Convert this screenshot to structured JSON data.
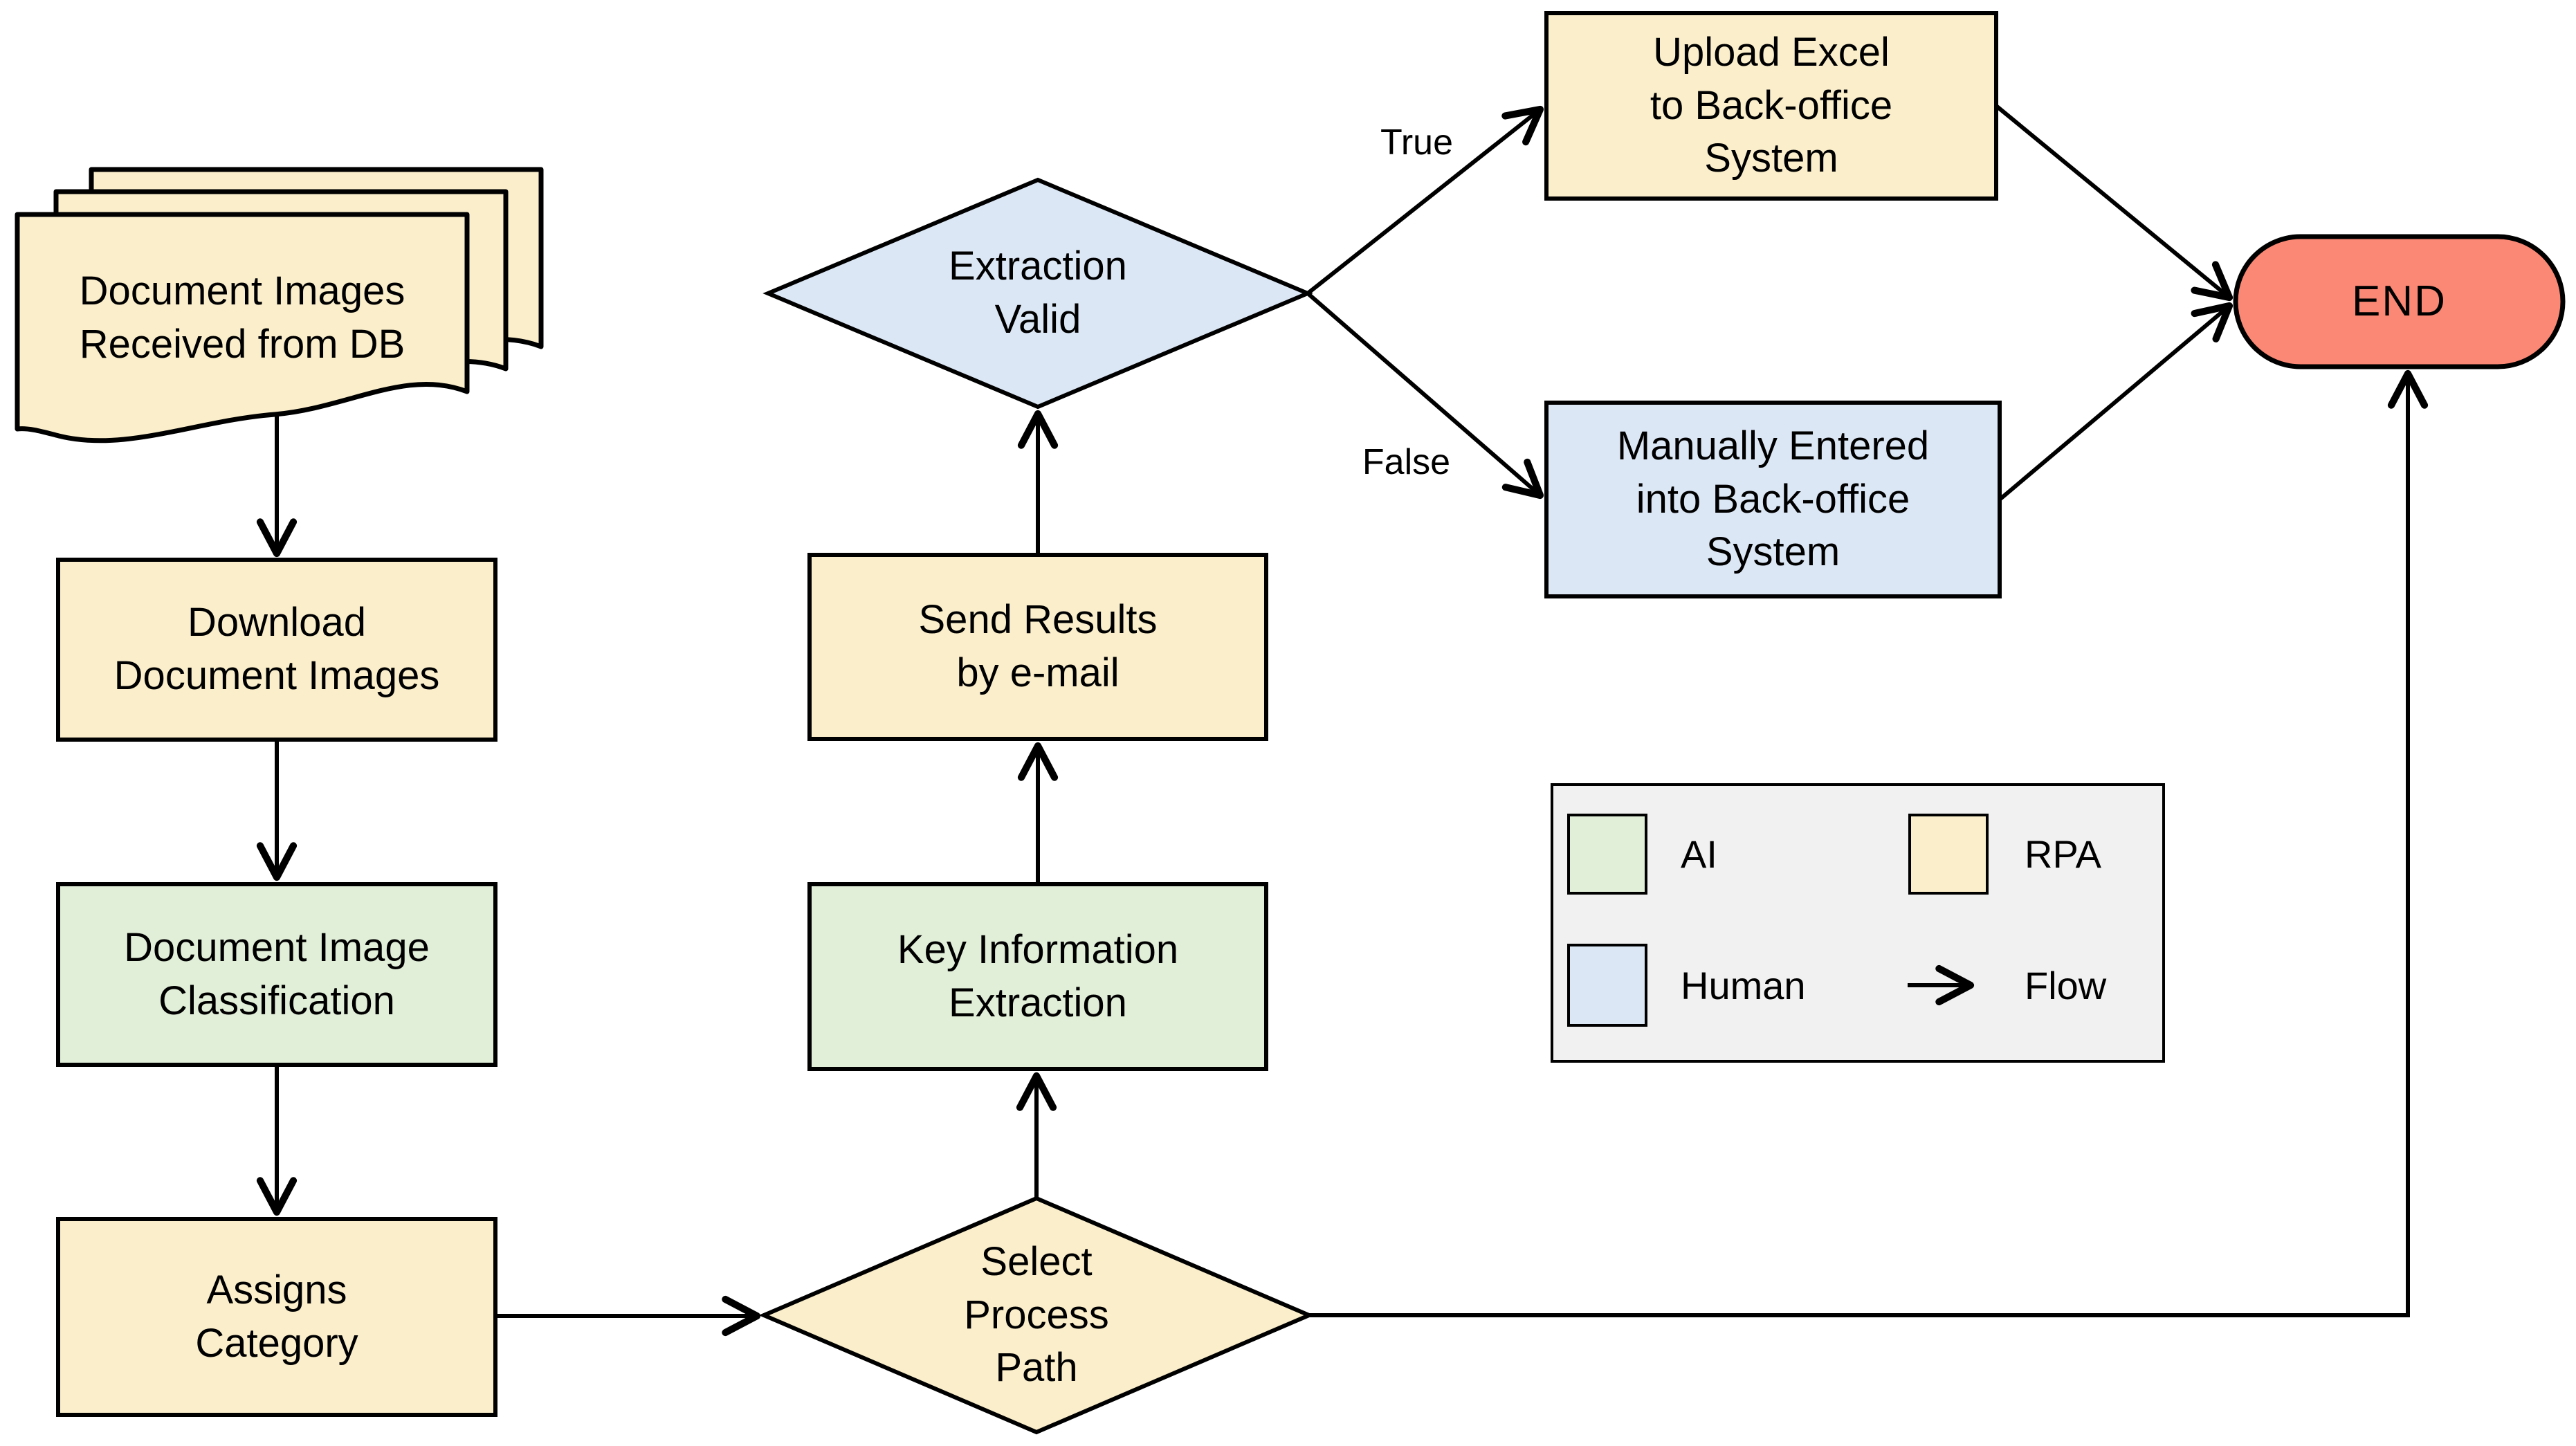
{
  "diagram": {
    "type": "flowchart",
    "background": "#FFFFFF",
    "colors": {
      "rpa_fill": "#FAEECB",
      "ai_fill": "#E1EED8",
      "human_fill": "#DCE7F5",
      "end_fill": "#FB8875",
      "legend_fill": "#F1F1F1",
      "stroke": "#000000"
    },
    "nodes": {
      "received": {
        "label": "Document Images\nReceived from DB",
        "shape": "document-stack",
        "category": "RPA"
      },
      "download": {
        "label": "Download\nDocument Images",
        "shape": "process",
        "category": "RPA"
      },
      "classification": {
        "label": "Document Image\nClassification",
        "shape": "process",
        "category": "AI"
      },
      "assigns": {
        "label": "Assigns\nCategory",
        "shape": "process",
        "category": "RPA"
      },
      "select_path": {
        "label": "Select\nProcess\nPath",
        "shape": "decision",
        "category": "RPA"
      },
      "key_info": {
        "label": "Key Information\nExtraction",
        "shape": "process",
        "category": "AI"
      },
      "send_results": {
        "label": "Send Results\nby e-mail",
        "shape": "process",
        "category": "RPA"
      },
      "extraction_valid": {
        "label": "Extraction\nValid",
        "shape": "decision",
        "category": "Human"
      },
      "upload_excel": {
        "label": "Upload Excel\nto Back-office\nSystem",
        "shape": "process",
        "category": "RPA"
      },
      "manual_entry": {
        "label": "Manually Entered\ninto Back-office\nSystem",
        "shape": "process",
        "category": "Human"
      },
      "end": {
        "label": "END",
        "shape": "terminator"
      }
    },
    "edge_labels": {
      "true": "True",
      "false": "False"
    },
    "legend": {
      "items": [
        {
          "label": "AI",
          "color": "#E1EED8"
        },
        {
          "label": "RPA",
          "color": "#FAEECB"
        },
        {
          "label": "Human",
          "color": "#DCE7F5"
        },
        {
          "label": "Flow",
          "symbol": "arrow"
        }
      ]
    }
  }
}
